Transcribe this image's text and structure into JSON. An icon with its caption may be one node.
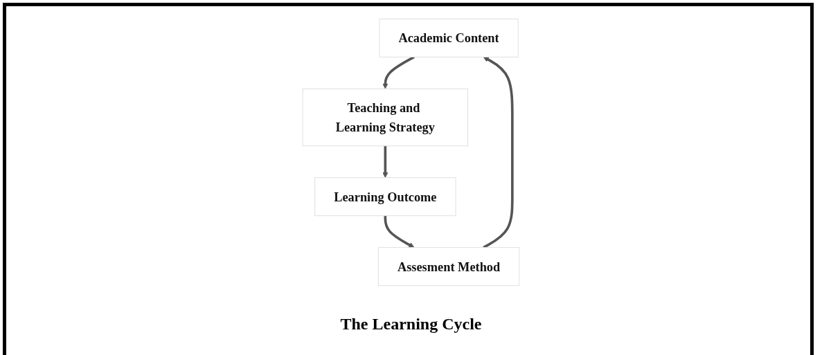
{
  "diagram": {
    "caption": "The Learning Cycle",
    "nodes": [
      {
        "text": [
          "Academic Content"
        ]
      },
      {
        "text": [
          "Teaching and Learning Strategy"
        ]
      },
      {
        "text": [
          "Learning Outcome"
        ]
      },
      {
        "text": [
          "Assesment Method"
        ]
      }
    ],
    "edges": [
      {
        "from": 0,
        "to": 1,
        "arrow": "to"
      },
      {
        "from": 1,
        "to": 2,
        "arrow": "to"
      },
      {
        "from": 2,
        "to": 3,
        "arrow": "to"
      },
      {
        "from": 3,
        "to": 0,
        "arrow": "to"
      }
    ]
  }
}
